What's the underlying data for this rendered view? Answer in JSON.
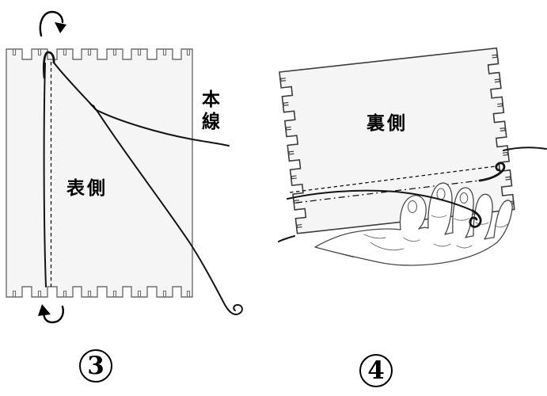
{
  "page": {
    "background": "#ffffff"
  },
  "colors": {
    "board_fill": "#f5f5f5",
    "board_outline": "#6e6e6e",
    "sketch_outline": "#3d3d3d",
    "thread": "#141414",
    "label_text": "#000000"
  },
  "icons": {
    "top_arrow": "curved-arrow-over-top",
    "bottom_arrow": "curved-arrow-under-bottom"
  },
  "steps": [
    {
      "marker": "3",
      "side_label": "表側",
      "thread_label": "本線"
    },
    {
      "marker": "4",
      "side_label": "裏側"
    }
  ]
}
